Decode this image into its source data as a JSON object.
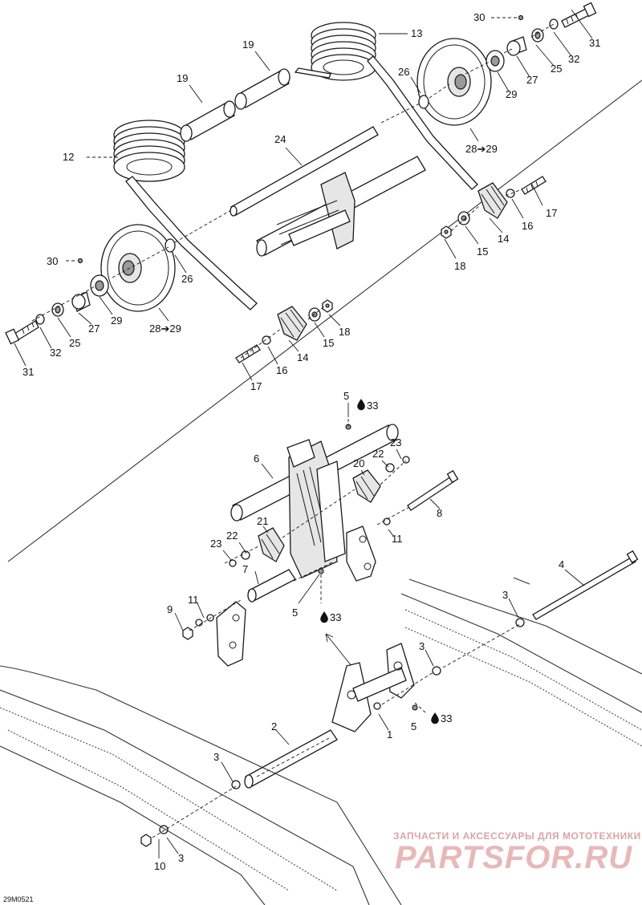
{
  "drawing_code": "29M0521",
  "watermark": {
    "line1": "ЗАПЧАСТИ И АКСЕССУАРЫ ДЛЯ МОТОТЕХНИКИ",
    "line2": "PARTSFOR.RU"
  },
  "callouts": {
    "c30a": "30",
    "c31a": "31",
    "c32a": "32",
    "c25a": "25",
    "c27a": "27",
    "c29a": "29",
    "c13": "13",
    "c19a": "19",
    "c19b": "19",
    "c26a": "26",
    "c28a": "28➔29",
    "c12": "12",
    "c24": "24",
    "c17a": "17",
    "c16a": "16",
    "c14a": "14",
    "c15a": "15",
    "c18a": "18",
    "c30b": "30",
    "c26b": "26",
    "c27b": "27",
    "c25b": "25",
    "c29b": "29",
    "c28b": "28➔29",
    "c32b": "32",
    "c31b": "31",
    "c14b": "14",
    "c15b": "15",
    "c18b": "18",
    "c16b": "16",
    "c17b": "17",
    "c5a": "5",
    "c33a": "33",
    "c23a": "23",
    "c22a": "22",
    "c20": "20",
    "c6": "6",
    "c8": "8",
    "c21": "21",
    "c22b": "22",
    "c23b": "23",
    "c7": "7",
    "c11a": "11",
    "c4": "4",
    "c11b": "11",
    "c9": "9",
    "c5b": "5",
    "c33b": "33",
    "c3a": "3",
    "c3b": "3",
    "c2": "2",
    "c1": "1",
    "c5c": "5",
    "c33c": "33",
    "c3c": "3",
    "c10": "10",
    "c3d": "3"
  }
}
